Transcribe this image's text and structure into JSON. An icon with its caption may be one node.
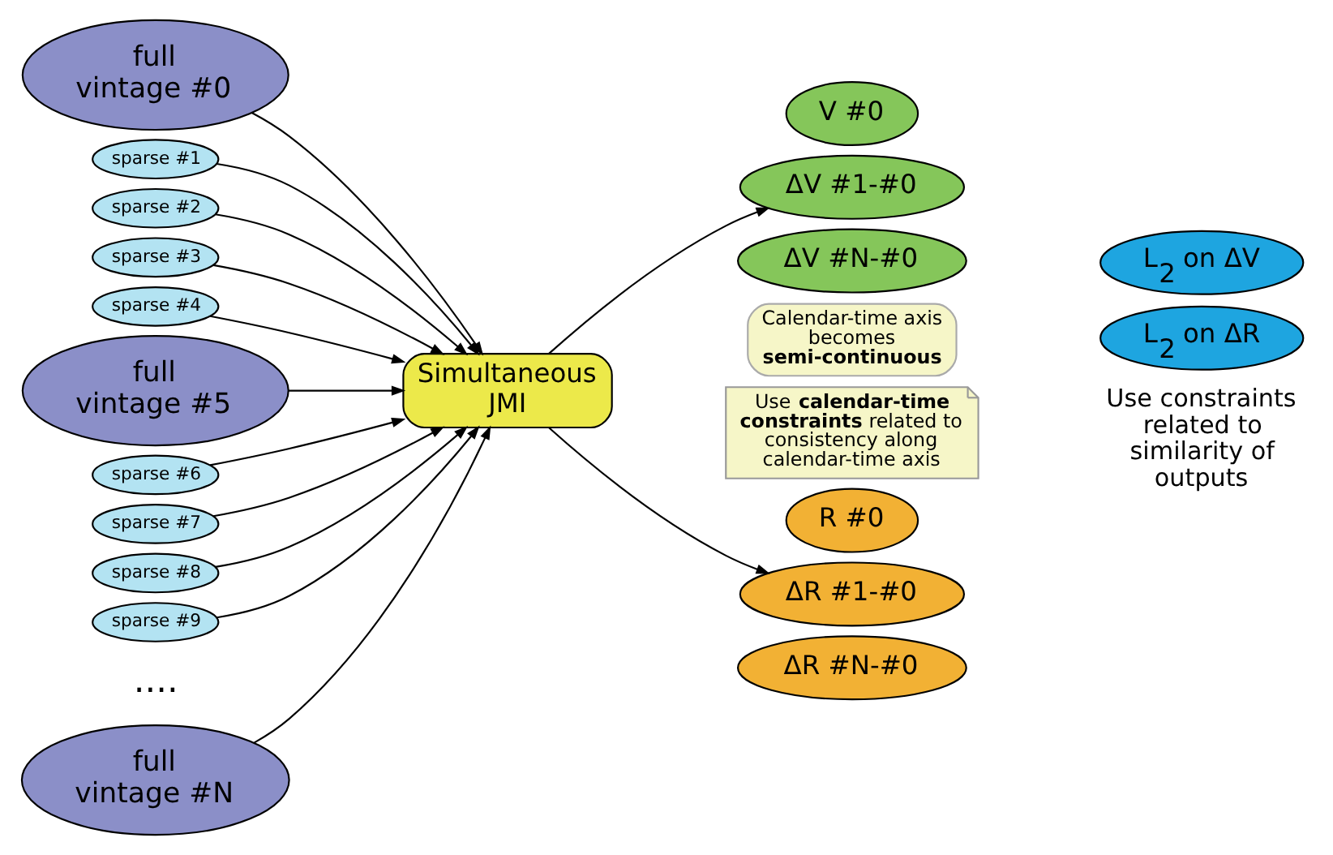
{
  "diagram": {
    "nodes": [
      {
        "text": [
          "full vintage #0"
        ]
      },
      {
        "text": [
          "sparse #1"
        ]
      },
      {
        "text": [
          "sparse #2"
        ]
      },
      {
        "text": [
          "sparse #3"
        ]
      },
      {
        "text": [
          "sparse #4"
        ]
      },
      {
        "text": [
          "full vintage #5"
        ]
      },
      {
        "text": [
          "sparse #6"
        ]
      },
      {
        "text": [
          "sparse #7"
        ]
      },
      {
        "text": [
          "sparse #8"
        ]
      },
      {
        "text": [
          "sparse #9"
        ]
      },
      {
        "text": [
          "full vintage #N"
        ]
      },
      {
        "text": [
          "Simultaneous JMI"
        ]
      },
      {
        "text": [
          "V #0"
        ]
      },
      {
        "text": [
          "ΔV #1-#0"
        ]
      },
      {
        "text": [
          "ΔV #N-#0"
        ]
      },
      {
        "text": [
          "R #0"
        ]
      },
      {
        "text": [
          "ΔR #1-#0"
        ]
      },
      {
        "text": [
          "ΔR #N-#0"
        ]
      },
      {
        "text": [
          "L$_{2}$ on ΔV"
        ]
      },
      {
        "text": [
          "L$_{2}$ on ΔR"
        ]
      },
      {
        "text": [
          "Calendar-time axis becomes **semi-continuous**"
        ]
      },
      {
        "text": [
          "Use **calendar-time constraints** related to consistency along calendar-time axis"
        ]
      }
    ],
    "edges": [
      {
        "from": 0,
        "to": 11,
        "arrow": "to"
      },
      {
        "from": 1,
        "to": 11,
        "arrow": "to"
      },
      {
        "from": 2,
        "to": 11,
        "arrow": "to"
      },
      {
        "from": 3,
        "to": 11,
        "arrow": "to"
      },
      {
        "from": 4,
        "to": 11,
        "arrow": "to"
      },
      {
        "from": 5,
        "to": 11,
        "arrow": "to"
      },
      {
        "from": 6,
        "to": 11,
        "arrow": "to"
      },
      {
        "from": 7,
        "to": 11,
        "arrow": "to"
      },
      {
        "from": 8,
        "to": 11,
        "arrow": "to"
      },
      {
        "from": 9,
        "to": 11,
        "arrow": "to"
      },
      {
        "from": 10,
        "to": 11,
        "arrow": "to"
      },
      {
        "from": 11,
        "to": 13,
        "arrow": "to"
      },
      {
        "from": 11,
        "to": 16,
        "arrow": "to"
      }
    ],
    "labels": [
      "....",
      "Use constraints related to similarity of outputs"
    ]
  }
}
